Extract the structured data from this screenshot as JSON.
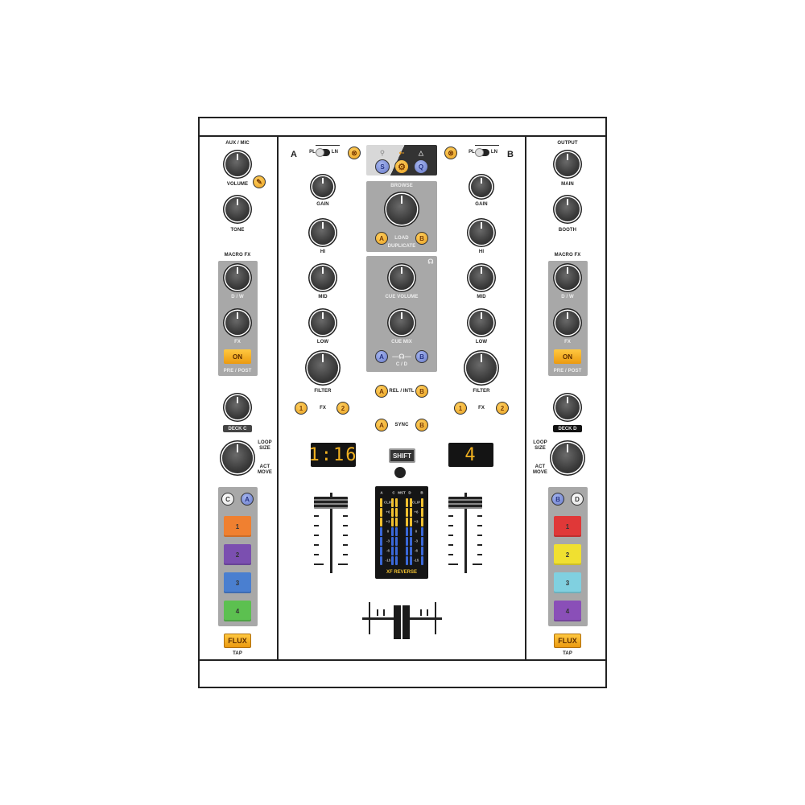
{
  "left": {
    "aux_mic": "AUX / MIC",
    "volume": "VOLUME",
    "tone": "TONE",
    "macro_fx": "MACRO FX",
    "dw": "D / W",
    "fx": "FX",
    "on": "ON",
    "pre_post": "PRE / POST",
    "deck": "DECK C",
    "loop": "LOOP",
    "size": "SIZE",
    "act": "ACT",
    "move": "MOVE",
    "deck_btns": [
      "C",
      "A"
    ],
    "pads": [
      "1",
      "2",
      "3",
      "4"
    ],
    "flux": "FLUX",
    "tap": "TAP"
  },
  "right": {
    "output": "OUTPUT",
    "main": "MAIN",
    "booth": "BOOTH",
    "macro_fx": "MACRO FX",
    "dw": "D / W",
    "fx": "FX",
    "on": "ON",
    "pre_post": "PRE / POST",
    "deck": "DECK D",
    "loop": "LOOP",
    "size": "SIZE",
    "act": "ACT",
    "move": "MOVE",
    "deck_btns": [
      "B",
      "D"
    ],
    "pads": [
      "1",
      "2",
      "3",
      "4"
    ],
    "flux": "FLUX",
    "tap": "TAP"
  },
  "deck_a": {
    "letter": "A",
    "pl": "PL",
    "ln": "LN",
    "gain": "GAIN",
    "hi": "HI",
    "mid": "MID",
    "low": "LOW",
    "filter": "FILTER",
    "fx": "FX",
    "fx1": "1",
    "fx2": "2",
    "display": "1:16"
  },
  "deck_b": {
    "letter": "B",
    "pl": "PL",
    "ln": "LN",
    "gain": "GAIN",
    "hi": "HI",
    "mid": "MID",
    "low": "LOW",
    "filter": "FILTER",
    "fx": "FX",
    "fx1": "1",
    "fx2": "2",
    "display": "4"
  },
  "center": {
    "mode_buttons": [
      "S",
      "",
      "Q"
    ],
    "browse": "BROWSE",
    "load": "LOAD",
    "duplicate": "DUPLICATE",
    "a": "A",
    "b": "B",
    "cue_volume": "CUE VOLUME",
    "cue_mix": "CUE MIX",
    "cd": "C / D",
    "rel_intl": "REL / INTL",
    "sync": "SYNC",
    "shift": "SHIFT"
  },
  "meter": {
    "channels": [
      "A",
      "C",
      "MST",
      "D",
      "B"
    ],
    "levels": [
      "CLIP",
      "+6",
      "+3",
      "0",
      "-3",
      "-6",
      "-15"
    ],
    "footer": "XF REVERSE"
  },
  "icons": [
    "microphone-icon",
    "headphones-icon",
    "gear-icon",
    "warning-icon",
    "search-icon",
    "share-icon",
    "dj-logo-icon"
  ],
  "colors": {
    "orange": "#f0a020",
    "blue": "#7080d0",
    "panel_gray": "#a8a8a8",
    "pads_left": [
      "#f08030",
      "#7b4fb0",
      "#4a7fd0",
      "#5cc050"
    ],
    "pads_right": [
      "#e03838",
      "#f0e030",
      "#80d0e0",
      "#8a4fb8"
    ],
    "meter_yellow": "#f0c030",
    "meter_blue": "#3a68d8"
  }
}
